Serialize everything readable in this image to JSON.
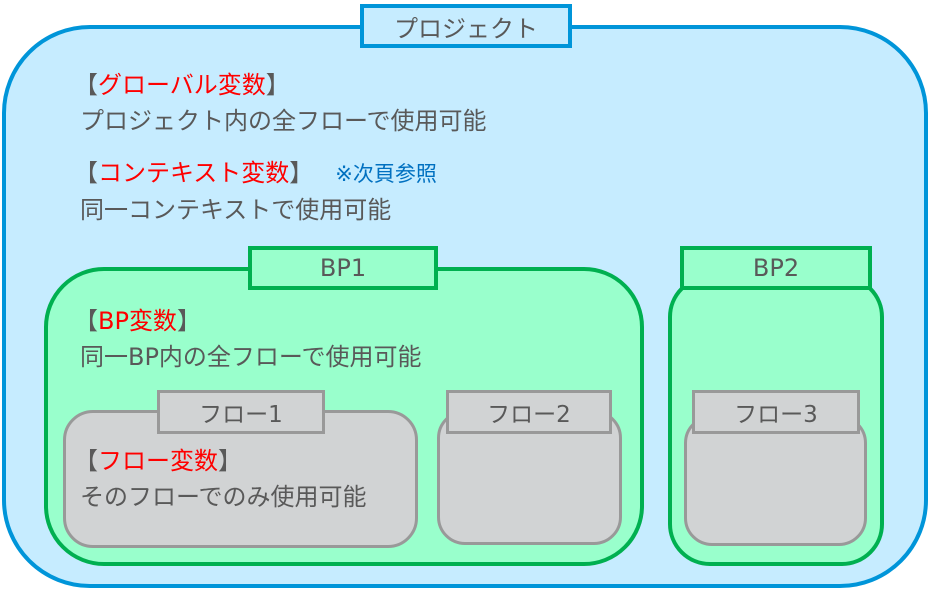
{
  "colors": {
    "project_border": "#0095d9",
    "project_fill": "#c6ecff",
    "bp_border": "#00b050",
    "bp_fill": "#99ffcc",
    "flow_border": "#999999",
    "flow_fill": "#d1d3d4",
    "highlight_text": "#ff0000",
    "note_text": "#0070c0",
    "body_text": "#595959"
  },
  "project": {
    "label": "プロジェクト",
    "global_variable": {
      "bracket_open": "【",
      "name": "グローバル変数",
      "bracket_close": "】",
      "description": "プロジェクト内の全フローで使用可能"
    },
    "context_variable": {
      "bracket_open": "【",
      "name": "コンテキスト変数",
      "bracket_close": "】",
      "note": "※次頁参照",
      "description": "同一コンテキストで使用可能"
    }
  },
  "bps": [
    {
      "label": "BP1",
      "variable": {
        "bracket_open": "【",
        "name": "BP変数",
        "bracket_close": "】",
        "description": "同一BP内の全フローで使用可能"
      },
      "flows": [
        {
          "label": "フロー1",
          "variable": {
            "bracket_open": "【",
            "name": "フロー変数",
            "bracket_close": "】",
            "description": "そのフローでのみ使用可能"
          }
        },
        {
          "label": "フロー2"
        }
      ]
    },
    {
      "label": "BP2",
      "flows": [
        {
          "label": "フロー3"
        }
      ]
    }
  ]
}
